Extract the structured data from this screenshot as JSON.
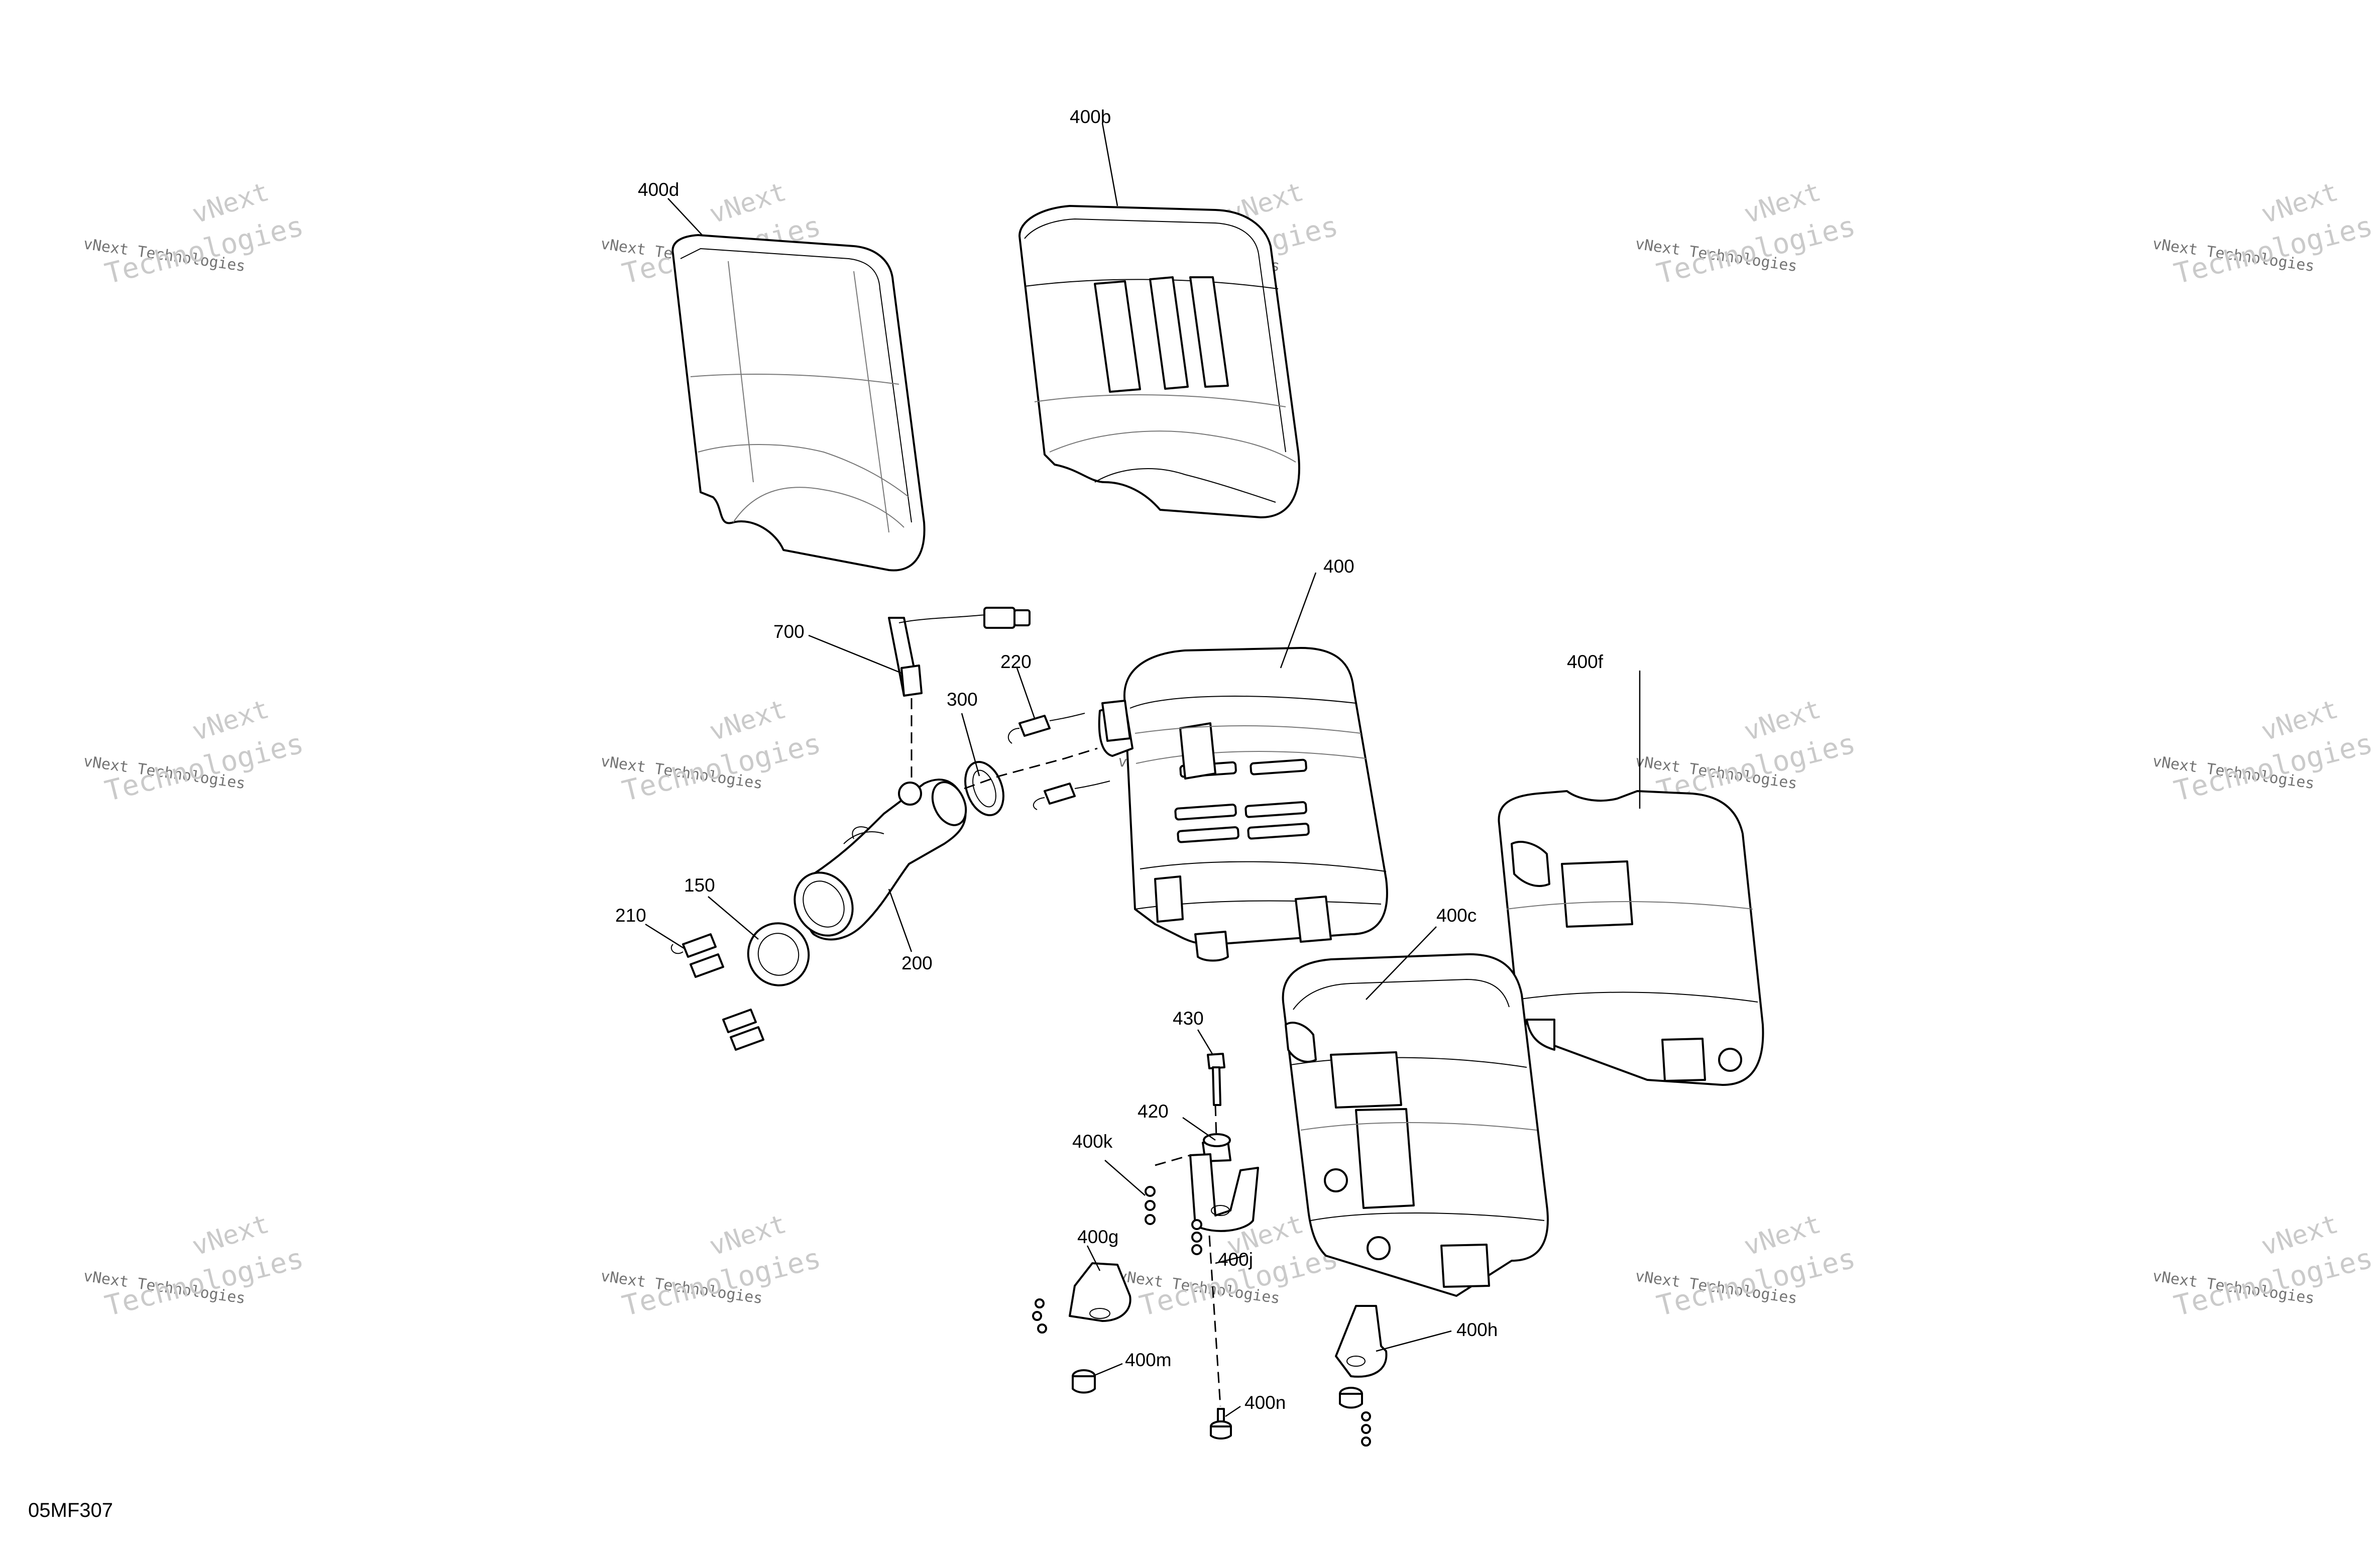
{
  "diagram": {
    "code": "05MF307",
    "watermark": {
      "top": "vNext",
      "middle": "vNext Technologies",
      "bottom": "Technologies"
    },
    "callouts": [
      {
        "id": "400b",
        "text": "400b"
      },
      {
        "id": "400d",
        "text": "400d"
      },
      {
        "id": "400",
        "text": "400"
      },
      {
        "id": "400f",
        "text": "400f"
      },
      {
        "id": "700",
        "text": "700"
      },
      {
        "id": "220",
        "text": "220"
      },
      {
        "id": "300",
        "text": "300"
      },
      {
        "id": "150",
        "text": "150"
      },
      {
        "id": "210",
        "text": "210"
      },
      {
        "id": "200",
        "text": "200"
      },
      {
        "id": "400c",
        "text": "400c"
      },
      {
        "id": "430",
        "text": "430"
      },
      {
        "id": "420",
        "text": "420"
      },
      {
        "id": "400k",
        "text": "400k"
      },
      {
        "id": "400g",
        "text": "400g"
      },
      {
        "id": "400j",
        "text": "400j"
      },
      {
        "id": "400h",
        "text": "400h"
      },
      {
        "id": "400m",
        "text": "400m"
      },
      {
        "id": "400n",
        "text": "400n"
      }
    ]
  }
}
